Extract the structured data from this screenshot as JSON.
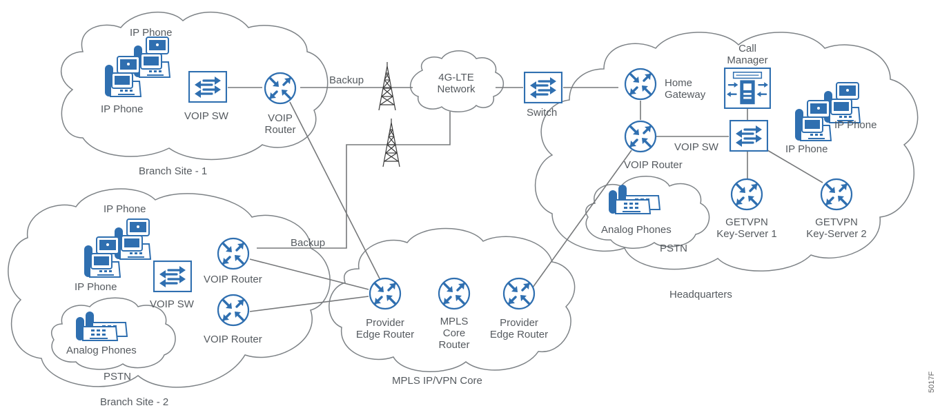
{
  "colors": {
    "device_blue": "#2f6fb0",
    "cloud_stroke": "#7d8286",
    "link_gray": "#76787a",
    "text_gray": "#555a5f"
  },
  "icons": {
    "router": "router-icon",
    "switch": "switch-icon",
    "ip_phone": "ip-phone-icon",
    "analog_phone": "analog-phone-icon",
    "tower": "cell-tower-icon",
    "call_manager": "call-manager-icon"
  },
  "branch1": {
    "site_label": "Branch Site - 1",
    "ip_phone_top": "IP Phone",
    "ip_phone_bottom": "IP Phone",
    "switch_label": "VOIP SW",
    "router_label_line1": "VOIP",
    "router_label_line2": "Router"
  },
  "lte": {
    "backup_label_top": "Backup",
    "cloud_line1": "4G-LTE",
    "cloud_line2": "Network",
    "switch_label": "Switch"
  },
  "hq": {
    "site_label": "Headquarters",
    "home_gateway_line1": "Home",
    "home_gateway_line2": "Gateway",
    "call_manager_line1": "Call",
    "call_manager_line2": "Manager",
    "ip_phone_right": "IP Phone",
    "ip_phone_left": "IP Phone",
    "voip_sw_label": "VOIP SW",
    "voip_router_label": "VOIP Router",
    "analog_label": "Analog Phones",
    "pstn_label": "PSTN",
    "key1_line1": "GETVPN",
    "key1_line2": "Key-Server 1",
    "key2_line1": "GETVPN",
    "key2_line2": "Key-Server 2"
  },
  "branch2": {
    "site_label": "Branch Site - 2",
    "ip_phone_top": "IP Phone",
    "ip_phone_bottom": "IP Phone",
    "backup_label": "Backup",
    "router1_label": "VOIP Router",
    "router2_label": "VOIP Router",
    "switch_label": "VOIP SW",
    "analog_label": "Analog Phones",
    "pstn_label": "PSTN"
  },
  "mpls": {
    "core_label": "MPLS IP/VPN Core",
    "pe1_line1": "Provider",
    "pe1_line2": "Edge Router",
    "core_router_line1": "MPLS",
    "core_router_line2": "Core",
    "core_router_line3": "Router",
    "pe2_line1": "Provider",
    "pe2_line2": "Edge Router"
  },
  "figure_id": "5017F"
}
